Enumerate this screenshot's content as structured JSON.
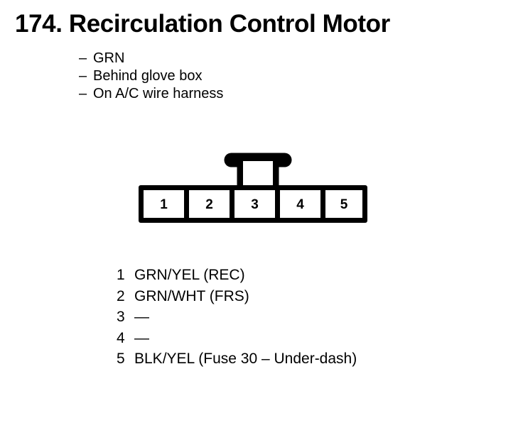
{
  "page": {
    "background_color": "#ffffff",
    "ink_color": "#000000"
  },
  "title": "174. Recirculation Control Motor",
  "notes": {
    "dash": "–",
    "items": [
      "GRN",
      "Behind glove box",
      "On A/C wire harness"
    ]
  },
  "connector": {
    "name": "5-pin connector with latch tab",
    "pin_count": 5,
    "pin_labels": [
      "1",
      "2",
      "3",
      "4",
      "5"
    ],
    "latch_over_pin": "3"
  },
  "legend": {
    "rows": [
      {
        "pin": "1",
        "label": "GRN/YEL (REC)"
      },
      {
        "pin": "2",
        "label": "GRN/WHT (FRS)"
      },
      {
        "pin": "3",
        "label": "—"
      },
      {
        "pin": "4",
        "label": "—"
      },
      {
        "pin": "5",
        "label": "BLK/YEL (Fuse 30 – Under-dash)"
      }
    ]
  }
}
